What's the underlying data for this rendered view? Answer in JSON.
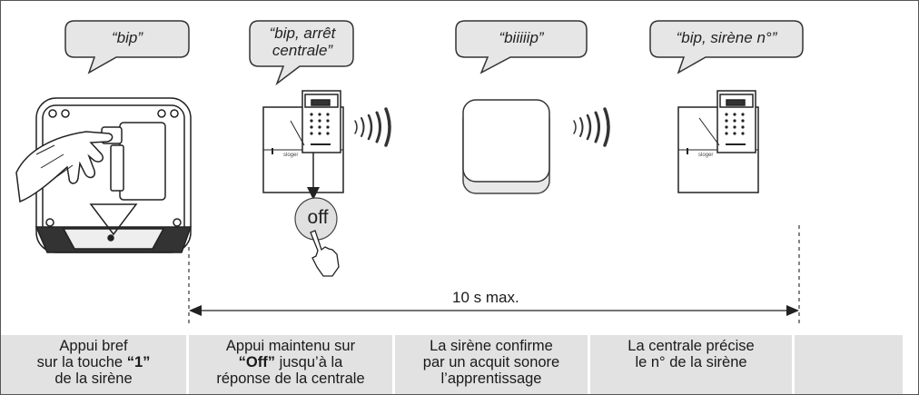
{
  "bubbles": [
    {
      "text": "“bip”"
    },
    {
      "text": "“bip, arrêt centrale”"
    },
    {
      "text": "“biiiiip”"
    },
    {
      "text": "“bip, sirène n°”"
    }
  ],
  "off_key": "off",
  "device_mini_label": "sloger",
  "duration": "10 s max.",
  "steps": [
    {
      "line1": "Appui bref",
      "line2_pre": "sur la touche ",
      "line2_bold": "“1”",
      "line3": "de la sirène"
    },
    {
      "line1": "Appui maintenu sur",
      "line2_bold": "“Off”",
      "line2_post": " jusqu’à la",
      "line3": "réponse de la centrale"
    },
    {
      "line1": "La sirène confirme",
      "line2": "par un acquit sonore",
      "line3": "l’apprentissage"
    },
    {
      "line1": "La centrale précise",
      "line2": "le n° de la sirène"
    }
  ]
}
